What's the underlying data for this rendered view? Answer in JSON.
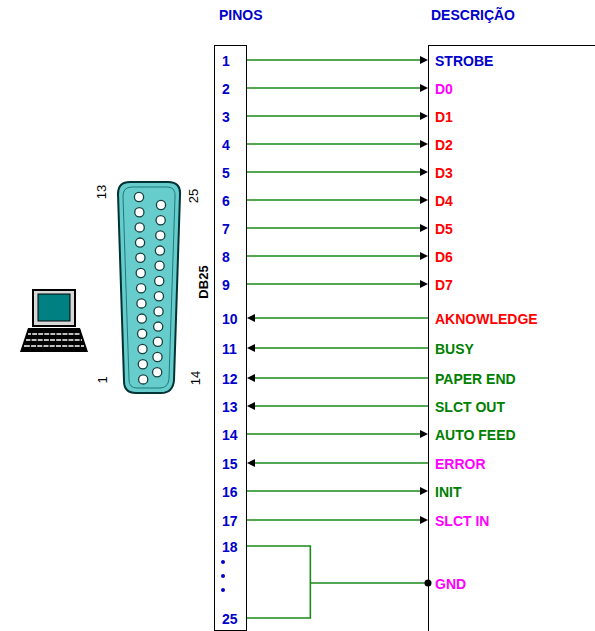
{
  "diagram": {
    "nodes": [
      {
        "text": [
          "PINOS",
          "1",
          "2",
          "3",
          "4",
          "5",
          "6",
          "7",
          "8",
          "9",
          "10",
          "11",
          "12",
          "13",
          "14",
          "15",
          "16",
          "17",
          "18",
          "25"
        ]
      },
      {
        "text": [
          "DESCRIÇÃO",
          "STROBE",
          "D0",
          "D1",
          "D2",
          "D3",
          "D4",
          "D5",
          "D6",
          "D7",
          "AKNOWLEDGE",
          "BUSY",
          "PAPER END",
          "SLCT OUT",
          "AUTO FEED",
          "ERROR",
          "INIT",
          "SLCT IN",
          "GND"
        ]
      }
    ],
    "edges": [
      {
        "from": 0,
        "to": 1,
        "arrow": "to"
      },
      {
        "from": 0,
        "to": 1,
        "arrow": "to"
      },
      {
        "from": 0,
        "to": 1,
        "arrow": "to"
      },
      {
        "from": 0,
        "to": 1,
        "arrow": "to"
      },
      {
        "from": 0,
        "to": 1,
        "arrow": "to"
      },
      {
        "from": 0,
        "to": 1,
        "arrow": "to"
      },
      {
        "from": 0,
        "to": 1,
        "arrow": "to"
      },
      {
        "from": 0,
        "to": 1,
        "arrow": "to"
      },
      {
        "from": 0,
        "to": 1,
        "arrow": "to"
      },
      {
        "from": 1,
        "to": 0,
        "arrow": "to"
      },
      {
        "from": 1,
        "to": 0,
        "arrow": "to"
      },
      {
        "from": 1,
        "to": 0,
        "arrow": "to"
      },
      {
        "from": 1,
        "to": 0,
        "arrow": "to"
      },
      {
        "from": 0,
        "to": 1,
        "arrow": "to"
      },
      {
        "from": 1,
        "to": 0,
        "arrow": "to"
      },
      {
        "from": 0,
        "to": 1,
        "arrow": "to"
      },
      {
        "from": 0,
        "to": 1,
        "arrow": "to"
      },
      {
        "from": 0,
        "to": 1,
        "arrow": "none"
      }
    ],
    "labels": [
      "13",
      "25",
      "1",
      "14",
      "DB25"
    ]
  }
}
